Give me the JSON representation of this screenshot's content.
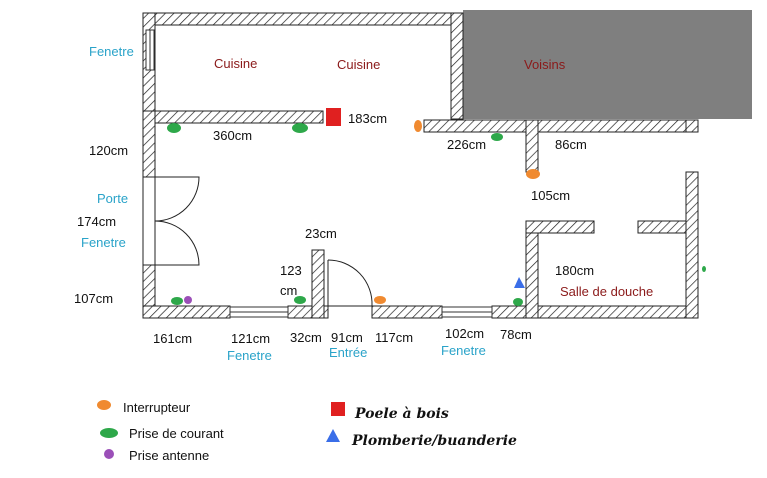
{
  "rooms": {
    "cuisine_1": "Cuisine",
    "cuisine_2": "Cuisine",
    "voisins": "Voisins",
    "salle_de_douche": "Salle de douche"
  },
  "openings": {
    "fenetre_top_left": "Fenetre",
    "porte": "Porte",
    "fenetre_left": "Fenetre",
    "fenetre_bottom_1": "Fenetre",
    "entree": "Entrée",
    "fenetre_bottom_2": "Fenetre"
  },
  "dimensions": {
    "d360": "360cm",
    "d183": "183cm",
    "d226": "226cm",
    "d86": "86cm",
    "d120": "120cm",
    "d105": "105cm",
    "d174": "174cm",
    "d23": "23cm",
    "d123": "123",
    "d180": "180cm",
    "d107": "107cm",
    "d161": "161cm",
    "d121": "121cm",
    "d32": "32cm",
    "d91": "91cm",
    "d117": "117cm",
    "d102": "102cm",
    "d78": "78cm"
  },
  "legend": {
    "interrupteur": "Interrupteur",
    "prise_courant": "Prise de courant",
    "prise_antenne": "Prise antenne",
    "poele": "Poele à bois",
    "plomberie": "Plomberie/buanderie"
  },
  "colors": {
    "interrupteur": "#f08a30",
    "prise_courant": "#2ea84a",
    "prise_antenne": "#9b4fb8",
    "poele": "#e02020",
    "plomberie": "#3a6ee8",
    "voisins_block": "#7f7f7f",
    "opening_label": "#2aa3c9",
    "room_label": "#8b1a1a"
  }
}
